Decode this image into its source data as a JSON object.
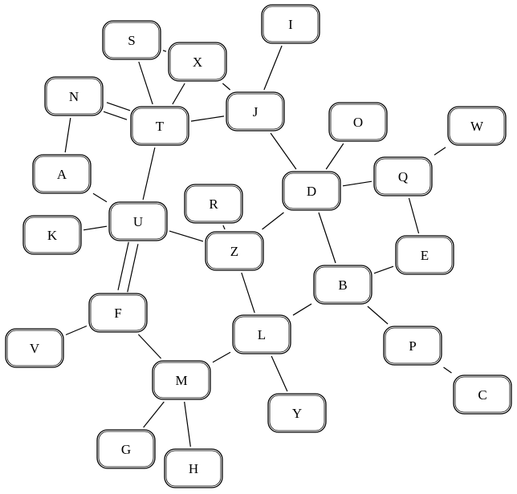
{
  "diagram": {
    "type": "undirected-graph",
    "nodes": [
      "S",
      "X",
      "I",
      "N",
      "T",
      "J",
      "O",
      "W",
      "A",
      "D",
      "Q",
      "R",
      "U",
      "K",
      "Z",
      "E",
      "B",
      "F",
      "L",
      "P",
      "V",
      "M",
      "C",
      "Y",
      "G",
      "H"
    ],
    "edges": [
      [
        "S",
        "X"
      ],
      [
        "S",
        "T"
      ],
      [
        "X",
        "T"
      ],
      [
        "X",
        "J"
      ],
      [
        "I",
        "J"
      ],
      [
        "N",
        "T"
      ],
      [
        "N",
        "T"
      ],
      [
        "N",
        "A"
      ],
      [
        "T",
        "J"
      ],
      [
        "T",
        "U"
      ],
      [
        "J",
        "D"
      ],
      [
        "O",
        "D"
      ],
      [
        "W",
        "Q"
      ],
      [
        "A",
        "U"
      ],
      [
        "D",
        "Q"
      ],
      [
        "D",
        "Z"
      ],
      [
        "D",
        "B"
      ],
      [
        "Q",
        "E"
      ],
      [
        "R",
        "Z"
      ],
      [
        "U",
        "K"
      ],
      [
        "U",
        "Z"
      ],
      [
        "U",
        "F"
      ],
      [
        "U",
        "F"
      ],
      [
        "Z",
        "L"
      ],
      [
        "E",
        "B"
      ],
      [
        "B",
        "L"
      ],
      [
        "B",
        "P"
      ],
      [
        "F",
        "V"
      ],
      [
        "F",
        "M"
      ],
      [
        "L",
        "M"
      ],
      [
        "L",
        "Y"
      ],
      [
        "P",
        "C"
      ],
      [
        "M",
        "G"
      ],
      [
        "M",
        "H"
      ]
    ]
  }
}
